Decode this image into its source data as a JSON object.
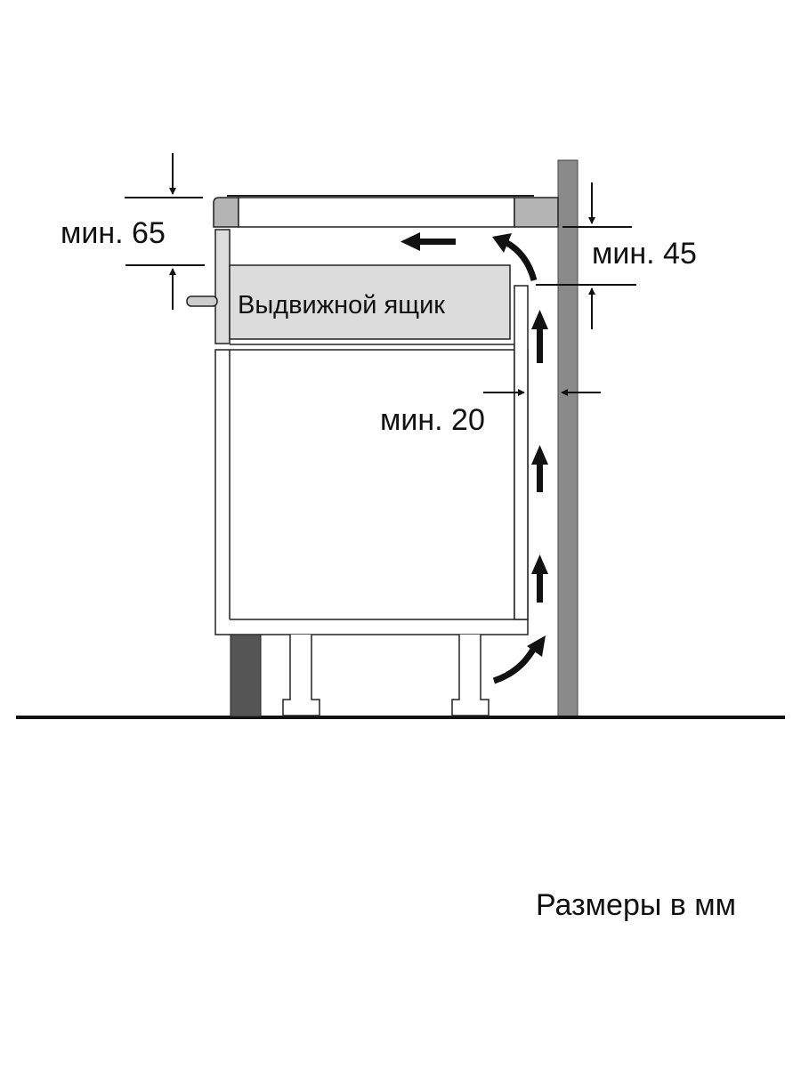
{
  "diagram": {
    "labels": {
      "min_top_left": "мин. 65",
      "min_top_right": "мин. 45",
      "drawer": "Выдвижной ящик",
      "min_gap": "мин. 20",
      "units_note": "Размеры в мм"
    },
    "colors": {
      "wall": "#8a8a8a",
      "plinth": "#555555",
      "worktop_cap": "#b4b4b4",
      "drawer_fill": "#dcdcdc",
      "line": "#111111"
    }
  }
}
